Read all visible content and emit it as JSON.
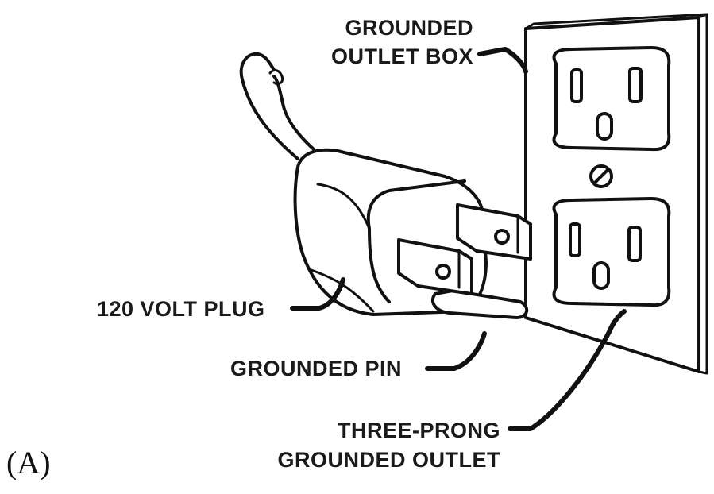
{
  "labels": {
    "outlet_box_line1": "GROUNDED",
    "outlet_box_line2": "OUTLET BOX",
    "plug": "120 VOLT PLUG",
    "grounded_pin": "GROUNDED PIN",
    "outlet_line1": "THREE-PRONG",
    "outlet_line2": "GROUNDED OUTLET",
    "panel": "(A)"
  }
}
